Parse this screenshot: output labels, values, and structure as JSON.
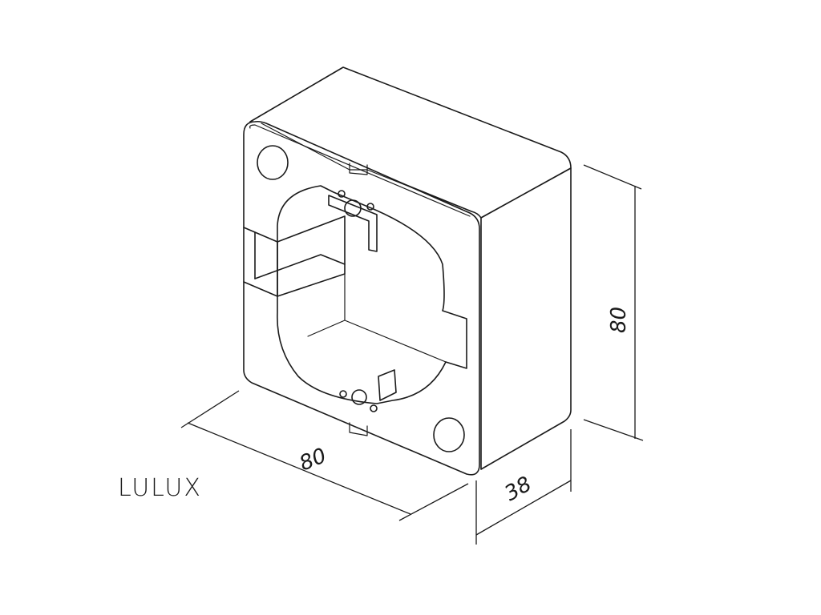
{
  "brand": {
    "name": "LULUX"
  },
  "dimensions": {
    "width": "80",
    "height": "80",
    "depth": "38"
  },
  "colors": {
    "line": "#1a1a1a",
    "background": "#ffffff"
  }
}
